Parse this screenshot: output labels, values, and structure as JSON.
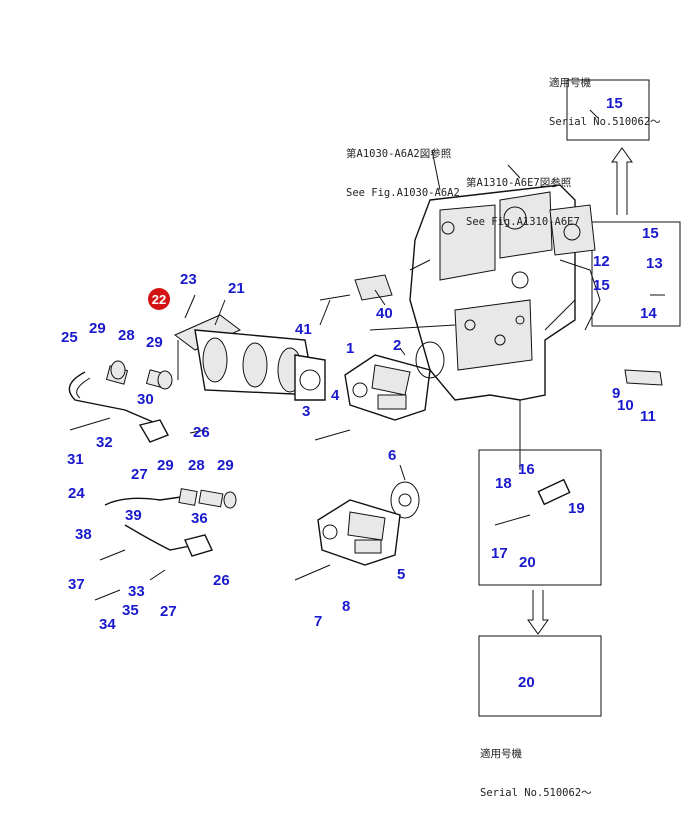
{
  "notes": {
    "serial_top": {
      "line1": "適用号機",
      "line2": "Serial No.510062～"
    },
    "ref_a1030": {
      "line1": "第A1030-A6A2図参照",
      "line2": "See Fig.A1030-A6A2"
    },
    "ref_a1310": {
      "line1": "第A1310-A6E7図参照",
      "line2": "See Fig.A1310-A6E7"
    },
    "serial_bottom": {
      "line1": "適用号機",
      "line2": "Serial No.510062～"
    }
  },
  "callouts": {
    "c15_top": "15",
    "c15_a": "15",
    "c13": "13",
    "c12": "12",
    "c15_b": "15",
    "c14": "14",
    "c9": "9",
    "c10": "10",
    "c11": "11",
    "c23": "23",
    "c22": "22",
    "c21": "21",
    "c41": "41",
    "c40": "40",
    "c25": "25",
    "c29_a": "29",
    "c28_a": "28",
    "c29_b": "29",
    "c30": "30",
    "c26_a": "26",
    "c31": "31",
    "c32": "32",
    "c27_a": "27",
    "c1": "1",
    "c2": "2",
    "c3": "3",
    "c4": "4",
    "c6": "6",
    "c5": "5",
    "c7": "7",
    "c8": "8",
    "c24": "24",
    "c29_c": "29",
    "c28_b": "28",
    "c29_d": "29",
    "c39": "39",
    "c36": "36",
    "c38": "38",
    "c37": "37",
    "c33": "33",
    "c35": "35",
    "c34": "34",
    "c27_b": "27",
    "c26_b": "26",
    "c16": "16",
    "c18": "18",
    "c19": "19",
    "c17": "17",
    "c20_a": "20",
    "c20_b": "20"
  },
  "colors": {
    "callout": "#1a1acc",
    "highlight": "#d41414",
    "line": "#111111"
  }
}
